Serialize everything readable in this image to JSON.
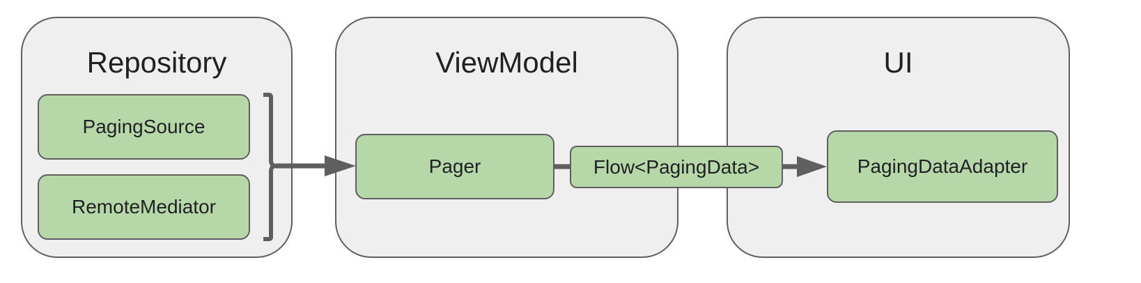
{
  "panels": {
    "repository": {
      "title": "Repository"
    },
    "viewmodel": {
      "title": "ViewModel"
    },
    "ui": {
      "title": "UI"
    }
  },
  "nodes": {
    "paging_source": "PagingSource",
    "remote_mediator": "RemoteMediator",
    "pager": "Pager",
    "flow": "Flow<PagingData>",
    "adapter": "PagingDataAdapter"
  },
  "colors": {
    "panel_fill": "#efefef",
    "panel_border": "#5f5f5f",
    "node_fill": "#b6d7a8",
    "connector": "#5f5f5f"
  }
}
